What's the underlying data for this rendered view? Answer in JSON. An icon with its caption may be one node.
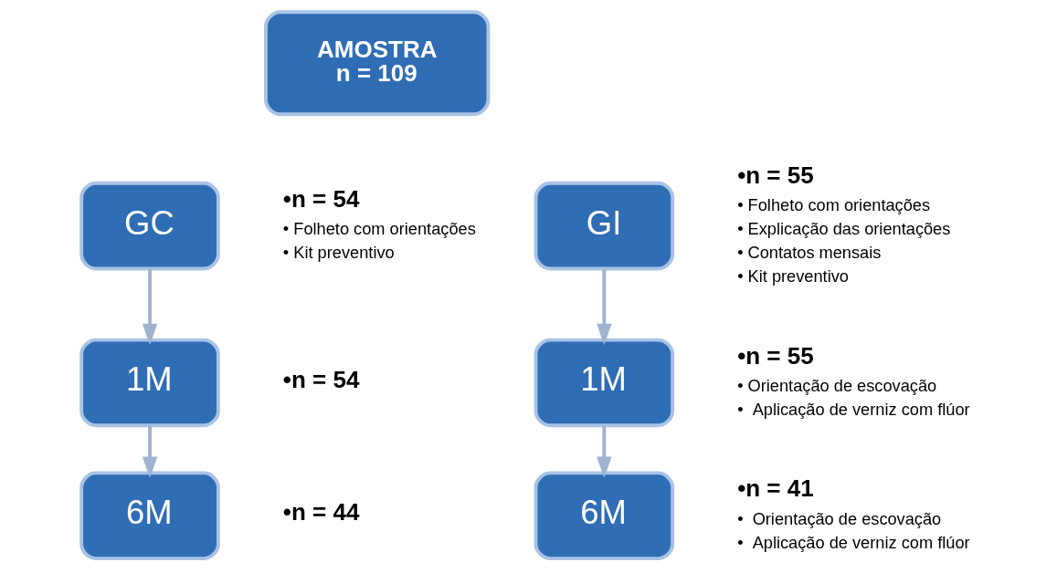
{
  "diagram": {
    "nodes": [
      {
        "text": [
          "AMOSTRA",
          "n = 109"
        ]
      },
      {
        "text": [
          "GC"
        ],
        "beside": [
          "•n = 54",
          "• Folheto com orientações",
          "• Kit preventivo"
        ]
      },
      {
        "text": [
          "1M"
        ],
        "beside": [
          "•n = 54"
        ]
      },
      {
        "text": [
          "6M"
        ],
        "beside": [
          "•n = 44"
        ]
      },
      {
        "text": [
          "GI"
        ],
        "beside": [
          "•n = 55",
          "• Folheto com orientações",
          "• Explicação das orientações",
          "• Contatos mensais",
          "• Kit preventivo"
        ]
      },
      {
        "text": [
          "1M"
        ],
        "beside": [
          "•n = 55",
          "• Orientação de escovação",
          "•  Aplicação de verniz com flúor"
        ]
      },
      {
        "text": [
          "6M"
        ],
        "beside": [
          "•n = 41",
          "•  Orientação de escovação",
          "•  Aplicação de verniz com flúor"
        ]
      }
    ],
    "edges": [
      {
        "from": 1,
        "to": 2,
        "arrow": "to"
      },
      {
        "from": 2,
        "to": 3,
        "arrow": "to"
      },
      {
        "from": 4,
        "to": 5,
        "arrow": "to"
      },
      {
        "from": 5,
        "to": 6,
        "arrow": "to"
      }
    ]
  }
}
